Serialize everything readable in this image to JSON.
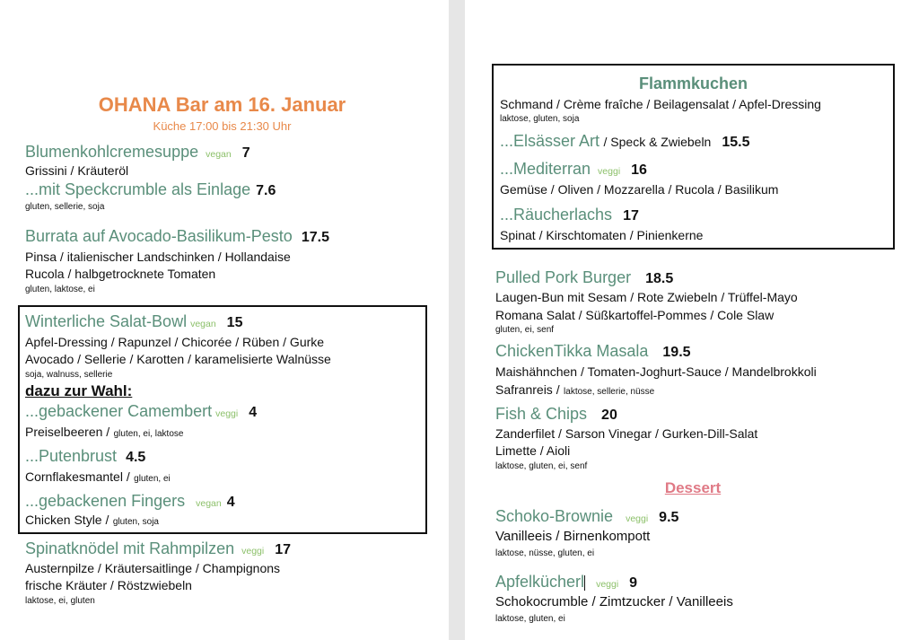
{
  "left": {
    "title": "OHANA Bar am 16. Januar",
    "subtitle": "Küche 17:00 bis 21:30 Uhr",
    "i1": {
      "name": "Blumenkohlcremesuppe",
      "tag": "vegan",
      "price": "7",
      "desc": "Grissini / Kräuteröl",
      "ext": "...mit Speckcrumble als Einlage",
      "ext_price": "7.6",
      "allergens": "gluten, sellerie, soja"
    },
    "i2": {
      "name": "Burrata auf Avocado-Basilikum-Pesto",
      "price": "17.5",
      "desc1": "Pinsa / italienischer Landschinken / Hollandaise",
      "desc2": "Rucola / halbgetrocknete Tomaten",
      "allergens": "gluten, laktose, ei"
    },
    "i3": {
      "name": "Winterliche Salat-Bowl",
      "tag": "vegan",
      "price": "15",
      "desc1": "Apfel-Dressing / Rapunzel / Chicorée / Rüben / Gurke",
      "desc2": "Avocado / Sellerie / Karotten / karamelisierte Walnüsse",
      "allergens": "soja, walnuss, sellerie",
      "choice": "dazu zur Wahl:",
      "o1": {
        "name": "...gebackener Camembert",
        "tag": "veggi",
        "price": "4",
        "desc": "Preiselbeeren /",
        "allergens": "gluten, ei, laktose"
      },
      "o2": {
        "name": "...Putenbrust",
        "price": "4.5",
        "desc": "Cornflakesmantel /",
        "allergens": "gluten, ei"
      },
      "o3": {
        "name": "...gebackenen Fingers",
        "tag": "vegan",
        "price": "4",
        "desc": "Chicken Style /",
        "allergens": "gluten, soja"
      }
    },
    "i4": {
      "name": "Spinatknödel mit Rahmpilzen",
      "tag": "veggi",
      "price": "17",
      "desc1": "Austernpilze / Kräutersaitlinge / Champignons",
      "desc2": "frische Kräuter / Röstzwiebeln",
      "allergens": "laktose, ei, gluten"
    }
  },
  "right": {
    "flamm": {
      "title": "Flammkuchen",
      "desc": "Schmand / Crème fraîche / Beilagensalat / Apfel-Dressing",
      "allergens": "laktose, gluten, soja",
      "v1": {
        "name": "...Elsässer Art",
        "desc": "/ Speck & Zwiebeln",
        "price": "15.5"
      },
      "v2": {
        "name": "...Mediterran",
        "tag": "veggi",
        "price": "16",
        "desc": "Gemüse / Oliven / Mozzarella / Rucola / Basilikum"
      },
      "v3": {
        "name": "...Räucherlachs",
        "price": "17",
        "desc": "Spinat / Kirschtomaten / Pinienkerne"
      }
    },
    "i1": {
      "name": "Pulled Pork Burger",
      "price": "18.5",
      "desc1": "Laugen-Bun mit Sesam / Rote Zwiebeln / Trüffel-Mayo",
      "desc2": "Romana Salat / Süßkartoffel-Pommes / Cole Slaw",
      "allergens": "gluten, ei, senf"
    },
    "i2": {
      "name": "ChickenTikka Masala",
      "price": "19.5",
      "desc1": "Maishähnchen / Tomaten-Joghurt-Sauce / Mandelbrokkoli",
      "desc2": "Safranreis /",
      "allergens": "laktose, sellerie, nüsse"
    },
    "i3": {
      "name": "Fish & Chips",
      "price": "20",
      "desc1": "Zanderfilet / Sarson Vinegar / Gurken-Dill-Salat",
      "desc2": "Limette / Aioli",
      "allergens": "laktose, gluten, ei, senf"
    },
    "dessert": "Dessert",
    "d1": {
      "name": "Schoko-Brownie",
      "tag": "veggi",
      "price": "9.5",
      "desc": "Vanilleeis / Birnenkompott",
      "allergens": "laktose, nüsse, gluten, ei"
    },
    "d2": {
      "name": "Apfelkücherl",
      "tag": "veggi",
      "price": "9",
      "desc": "Schokocrumble / Zimtzucker / Vanilleeis",
      "allergens": "laktose, gluten, ei"
    }
  }
}
